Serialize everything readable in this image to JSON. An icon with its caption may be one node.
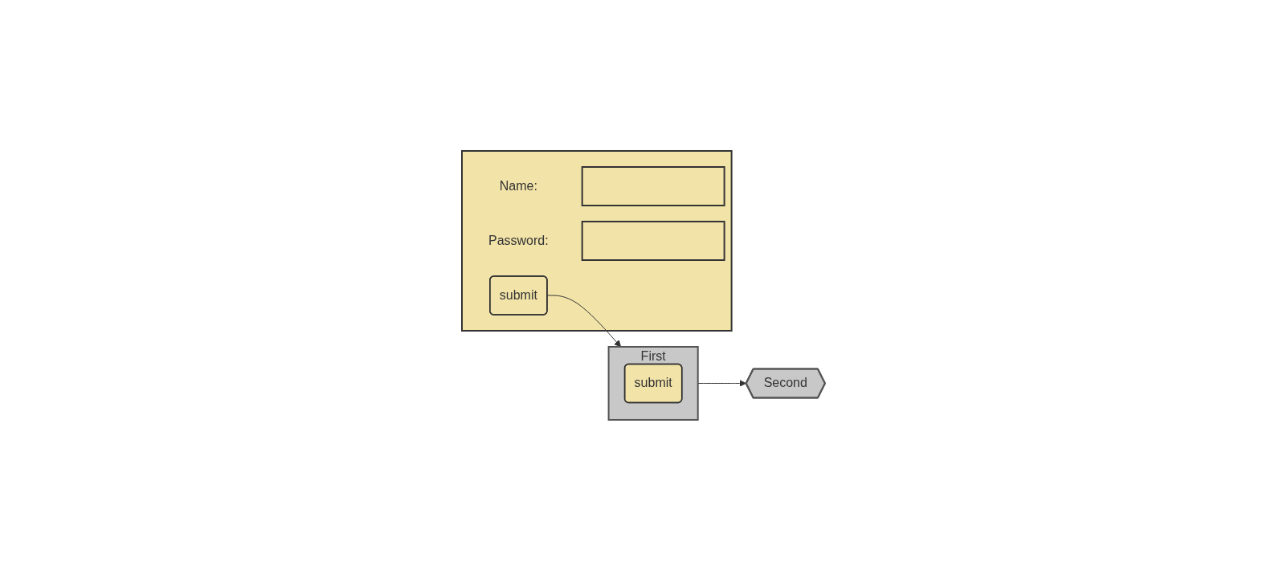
{
  "diagram": {
    "nodes": [
      {
        "text": [],
        "shape": "box"
      },
      {
        "text": [],
        "shape": "box",
        "in": 0,
        "beside": [
          "Name:"
        ]
      },
      {
        "text": [],
        "shape": "box",
        "in": 0,
        "beside": [
          "Password:"
        ]
      },
      {
        "text": [
          "submit"
        ],
        "in": 0
      },
      {
        "text": [
          "First"
        ]
      },
      {
        "text": [
          "submit"
        ],
        "in": 4
      },
      {
        "text": [
          "Second"
        ]
      }
    ],
    "edges": [
      {
        "from": 3,
        "to": 4,
        "arrow": "to"
      },
      {
        "from": 4,
        "to": 6,
        "arrow": "to"
      }
    ]
  }
}
